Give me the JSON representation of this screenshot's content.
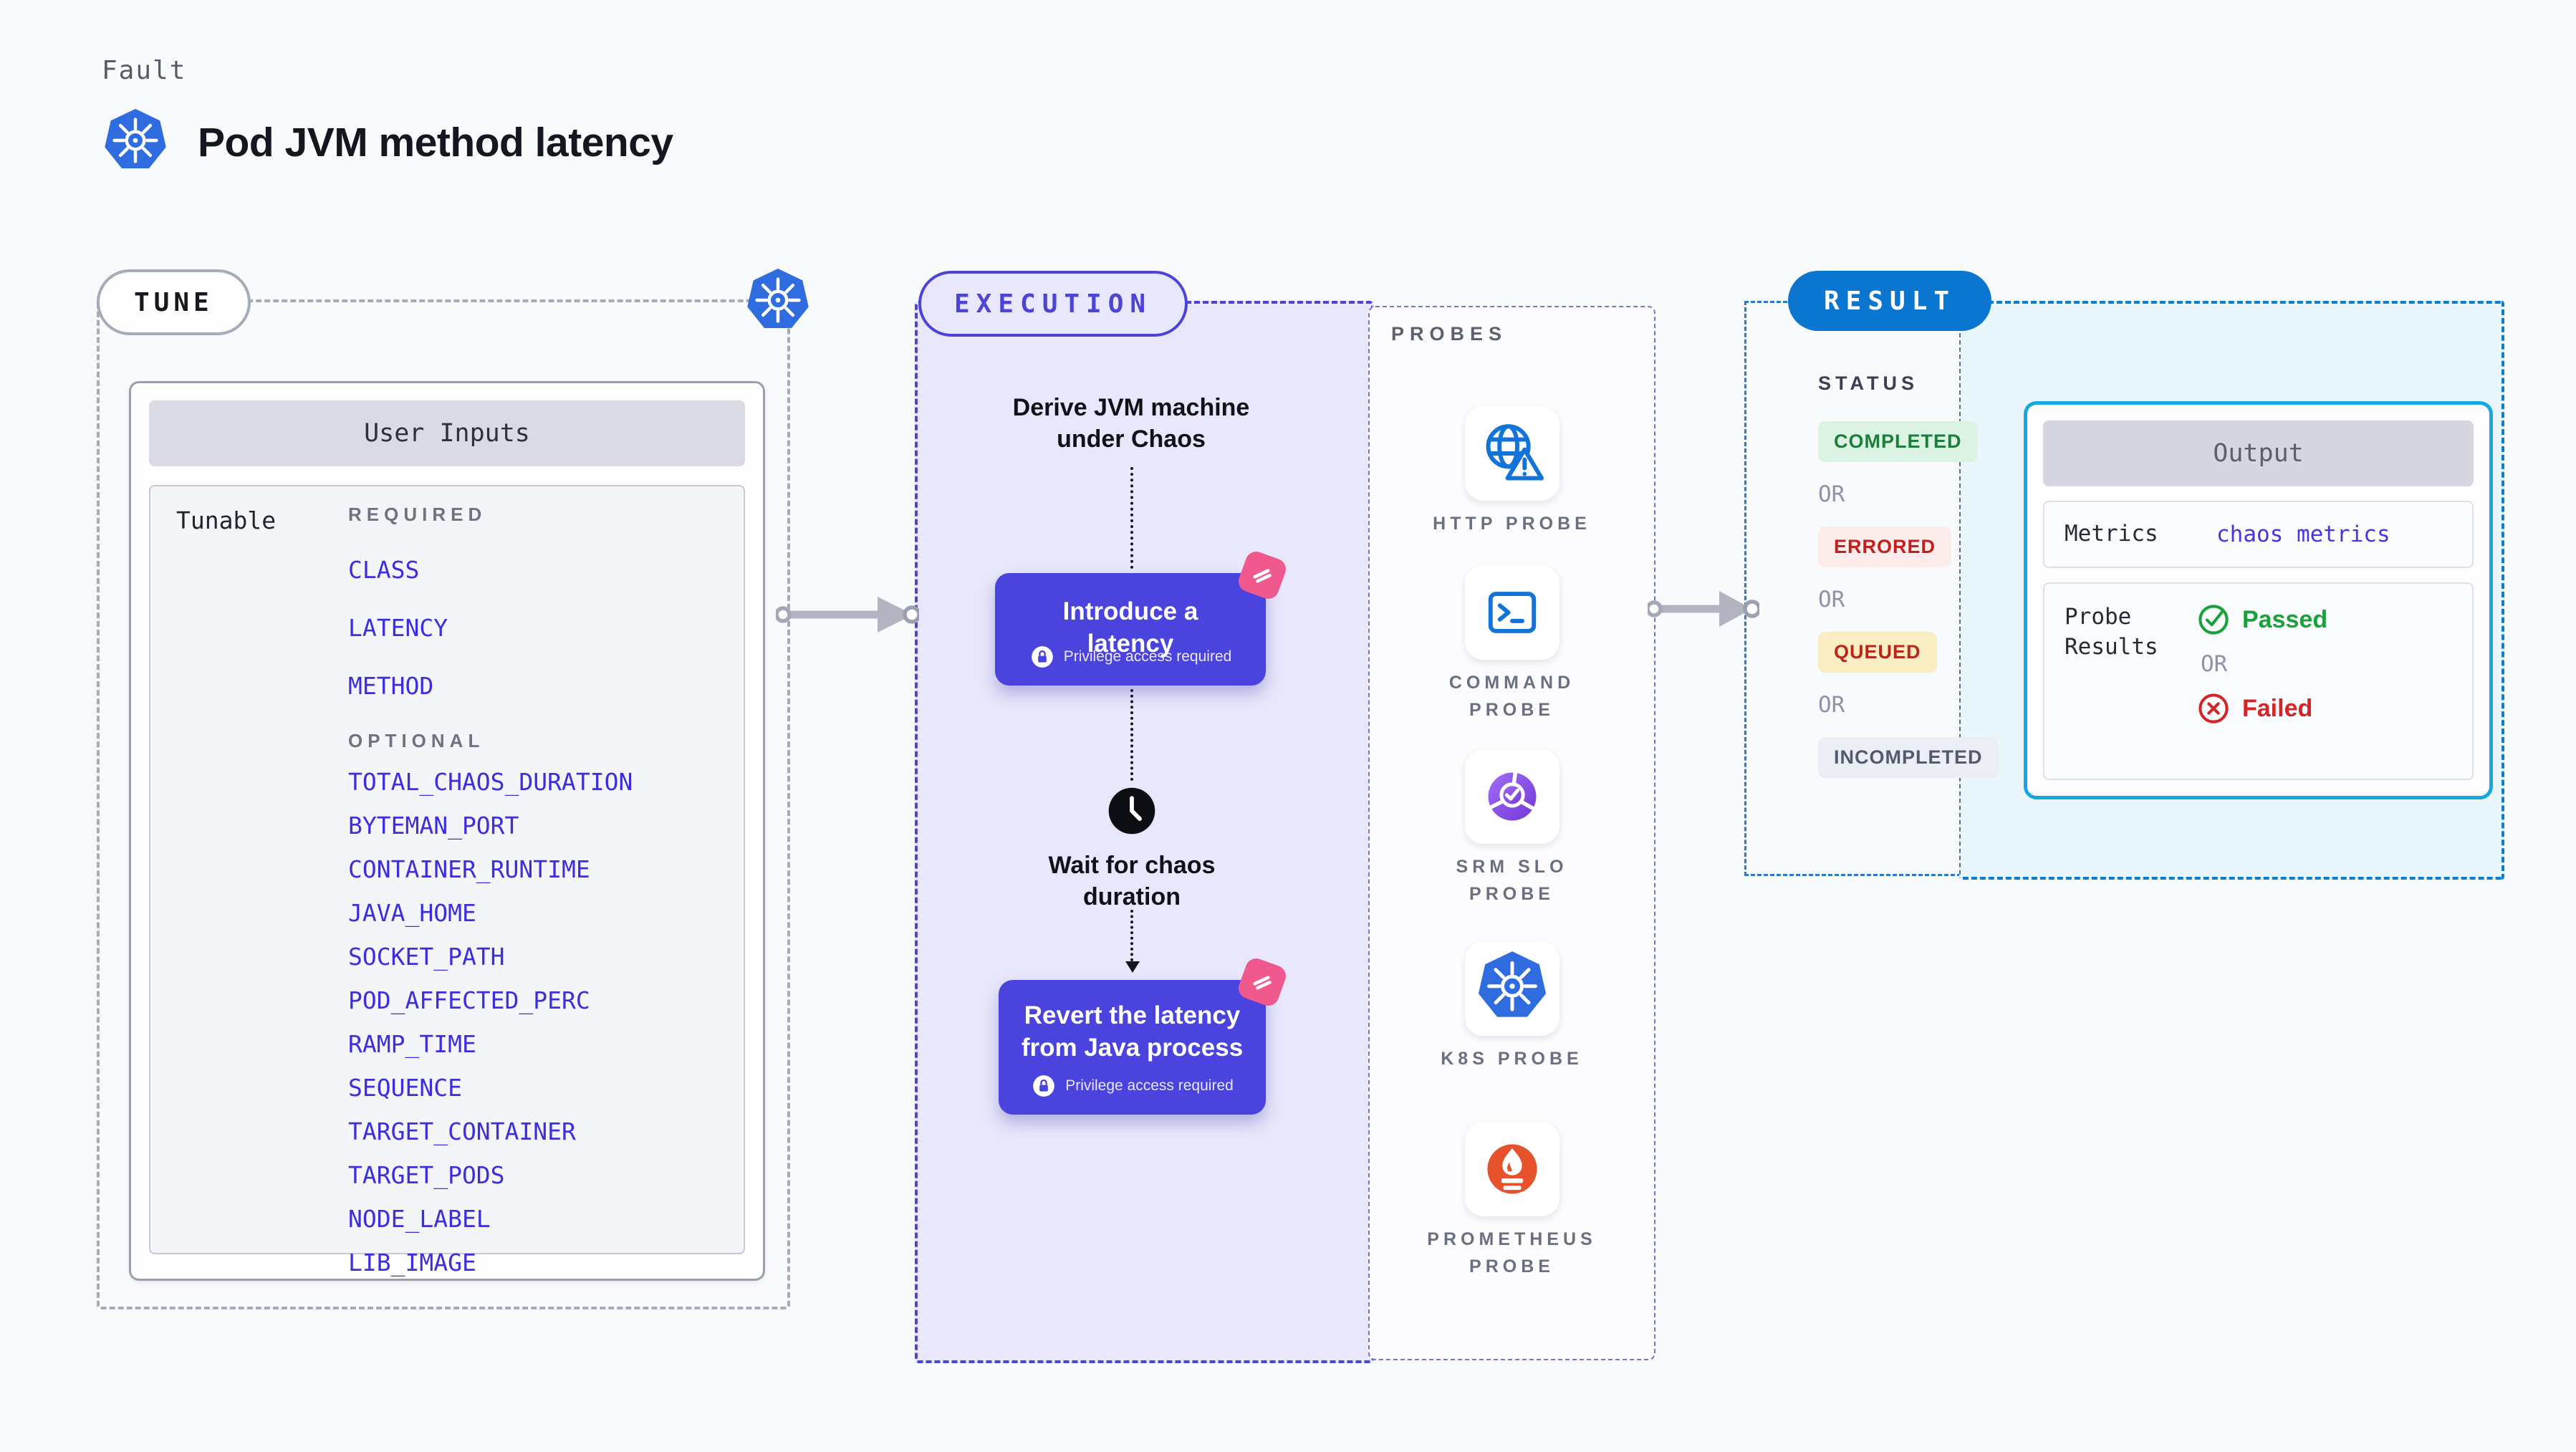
{
  "page": {
    "fault_label": "Fault",
    "title": "Pod JVM method latency"
  },
  "tune": {
    "label": "TUNE",
    "user_inputs": {
      "title": "User Inputs",
      "row_label": "Tunable",
      "groups": [
        {
          "label": "REQUIRED",
          "type": "req",
          "items": [
            "CLASS",
            "LATENCY",
            "METHOD"
          ]
        },
        {
          "label": "OPTIONAL",
          "type": "opt",
          "items": [
            "TOTAL_CHAOS_DURATION",
            "BYTEMAN_PORT",
            "CONTAINER_RUNTIME",
            "JAVA_HOME",
            "SOCKET_PATH",
            "POD_AFFECTED_PERC",
            "RAMP_TIME",
            "SEQUENCE",
            "TARGET_CONTAINER",
            "TARGET_PODS",
            "NODE_LABEL",
            "LIB_IMAGE"
          ]
        }
      ]
    }
  },
  "execution": {
    "label": "EXECUTION",
    "derive_text": "Derive JVM machine under Chaos",
    "steps": [
      {
        "title": "Introduce a latency",
        "note": "Privilege access required"
      },
      {
        "title": "Revert the latency from Java process",
        "note": "Privilege access required"
      }
    ],
    "wait_text": "Wait for chaos duration"
  },
  "probes": {
    "label": "PROBES",
    "items": [
      {
        "name": "HTTP PROBE",
        "icon": "globe-alert"
      },
      {
        "name": "COMMAND PROBE",
        "icon": "terminal"
      },
      {
        "name": "SRM SLO PROBE",
        "icon": "srm"
      },
      {
        "name": "K8S PROBE",
        "icon": "k8s"
      },
      {
        "name": "PROMETHEUS PROBE",
        "icon": "prometheus"
      }
    ]
  },
  "result": {
    "label": "RESULT",
    "status": {
      "label": "STATUS",
      "or_label": "OR",
      "entries": [
        {
          "text": "COMPLETED",
          "type": "success"
        },
        {
          "text": "ERRORED",
          "type": "error"
        },
        {
          "text": "QUEUED",
          "type": "queued"
        },
        {
          "text": "INCOMPLETED",
          "type": "incomplete"
        }
      ]
    },
    "output": {
      "title": "Output",
      "metrics_label": "Metrics",
      "metrics_value": "chaos metrics",
      "probe_results_label": "Probe Results",
      "passed_label": "Passed",
      "or_label": "OR",
      "failed_label": "Failed"
    }
  },
  "colors": {
    "page_bg": "#f9fafc",
    "indigo_card": "#4b43dd",
    "indigo_border": "#4c44d5",
    "tunable_link": "#3c2ede",
    "result_pill_blue": "#0b76cf",
    "output_border_cyan": "#16a7de",
    "pink_badge": "#f0598e",
    "success_green": "#1b7f3b",
    "error_red": "#c31f1f",
    "queued_yellow_bg": "#f9eec3",
    "k8s_blue": "#2f6ce0",
    "prometheus_orange": "#e6522c"
  }
}
